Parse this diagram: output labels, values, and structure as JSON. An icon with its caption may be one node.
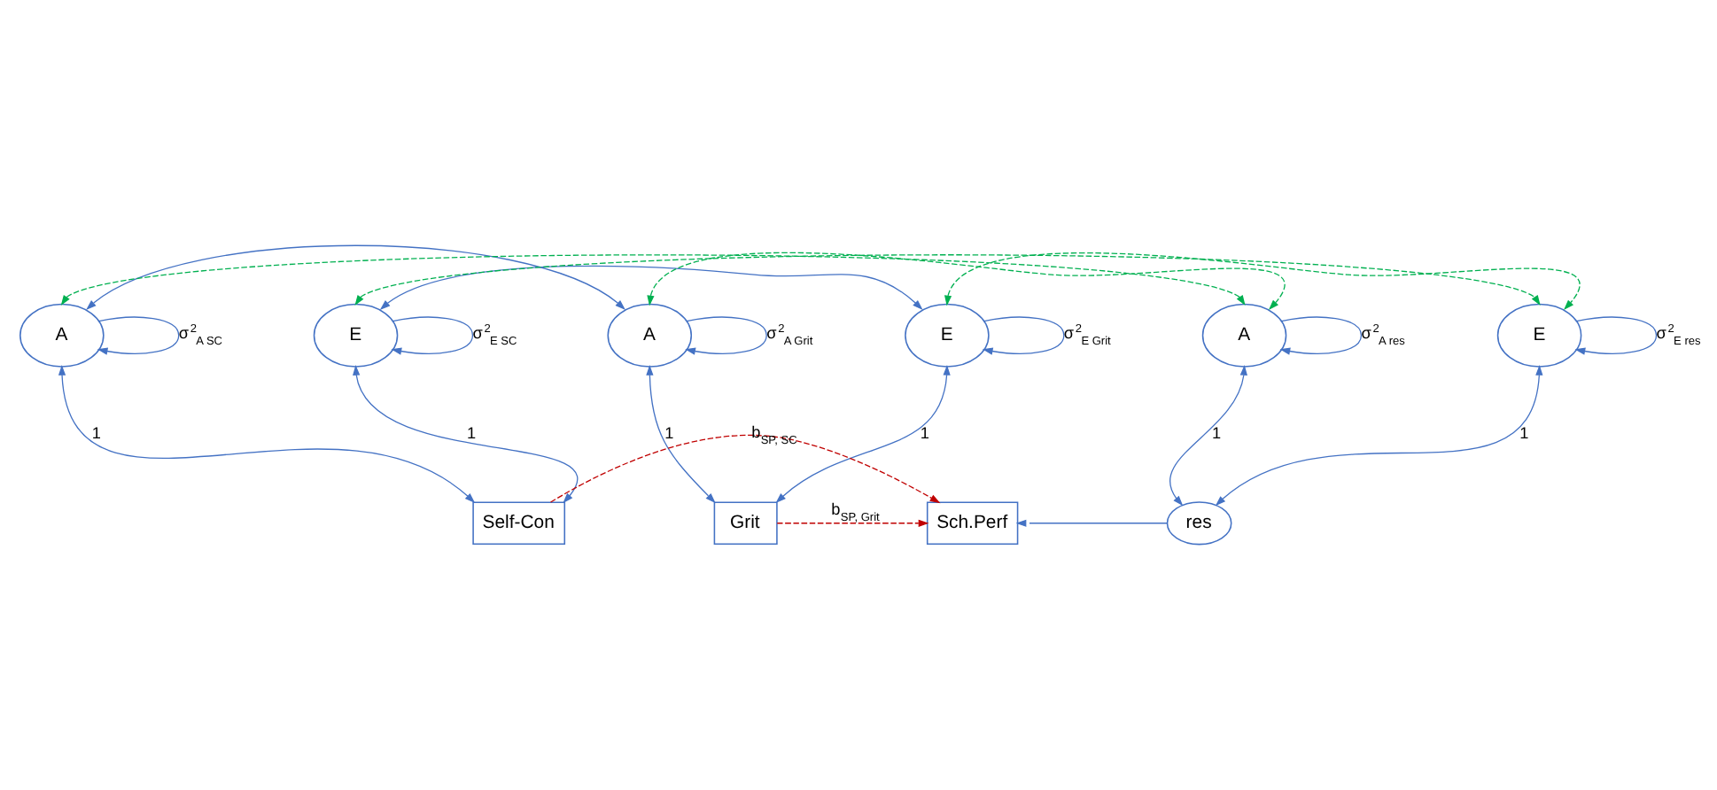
{
  "diagram": {
    "nodes": [
      {
        "text": [
          "A"
        ]
      },
      {
        "text": [
          "E"
        ]
      },
      {
        "text": [
          "A"
        ]
      },
      {
        "text": [
          "E"
        ]
      },
      {
        "text": [
          "A"
        ]
      },
      {
        "text": [
          "E"
        ]
      },
      {
        "text": [
          "Self-Con"
        ]
      },
      {
        "text": [
          "Grit"
        ]
      },
      {
        "text": [
          "Sch.Perf"
        ]
      },
      {
        "text": [
          "res"
        ]
      }
    ],
    "edges": [
      {
        "from": 0,
        "to": 0,
        "arrow": "to",
        "label": "σ$^{2}$$_{A SC}$"
      },
      {
        "from": 1,
        "to": 1,
        "arrow": "to",
        "label": "σ$^{2}$$_{E SC}$"
      },
      {
        "from": 2,
        "to": 2,
        "arrow": "to",
        "label": "σ$^{2}$$_{A Grit}$"
      },
      {
        "from": 3,
        "to": 3,
        "arrow": "to",
        "label": "σ$^{2}$$_{E Grit}$"
      },
      {
        "from": 4,
        "to": 4,
        "arrow": "to",
        "label": "σ$^{2}$$_{A res}$"
      },
      {
        "from": 5,
        "to": 5,
        "arrow": "to",
        "label": "σ$^{2}$$_{E res}$"
      },
      {
        "from": 0,
        "to": 2,
        "arrow": "both"
      },
      {
        "from": 1,
        "to": 3,
        "arrow": "both"
      },
      {
        "from": 0,
        "to": 4,
        "arrow": "both",
        "style": "dashed",
        "color": "#00b050"
      },
      {
        "from": 1,
        "to": 5,
        "arrow": "both",
        "style": "dashed",
        "color": "#00b050"
      },
      {
        "from": 2,
        "to": 4,
        "arrow": "both",
        "style": "dashed",
        "color": "#00b050"
      },
      {
        "from": 3,
        "to": 5,
        "arrow": "both",
        "style": "dashed",
        "color": "#00b050"
      },
      {
        "from": 0,
        "to": 6,
        "arrow": "both",
        "label": "1"
      },
      {
        "from": 1,
        "to": 6,
        "arrow": "both",
        "label": "1"
      },
      {
        "from": 2,
        "to": 7,
        "arrow": "both",
        "label": "1"
      },
      {
        "from": 3,
        "to": 7,
        "arrow": "both",
        "label": "1"
      },
      {
        "from": 4,
        "to": 9,
        "arrow": "both",
        "label": "1"
      },
      {
        "from": 5,
        "to": 9,
        "arrow": "both",
        "label": "1"
      },
      {
        "from": 7,
        "to": 8,
        "arrow": "to",
        "style": "dashed",
        "color": "#c00000",
        "label": "b$_{SP, Grit}$"
      },
      {
        "from": 9,
        "to": 8,
        "arrow": "to"
      },
      {
        "from": 6,
        "to": 8,
        "arrow": "to",
        "style": "dashed",
        "color": "#c00000",
        "label": "b$_{SP, SC}$"
      }
    ]
  }
}
